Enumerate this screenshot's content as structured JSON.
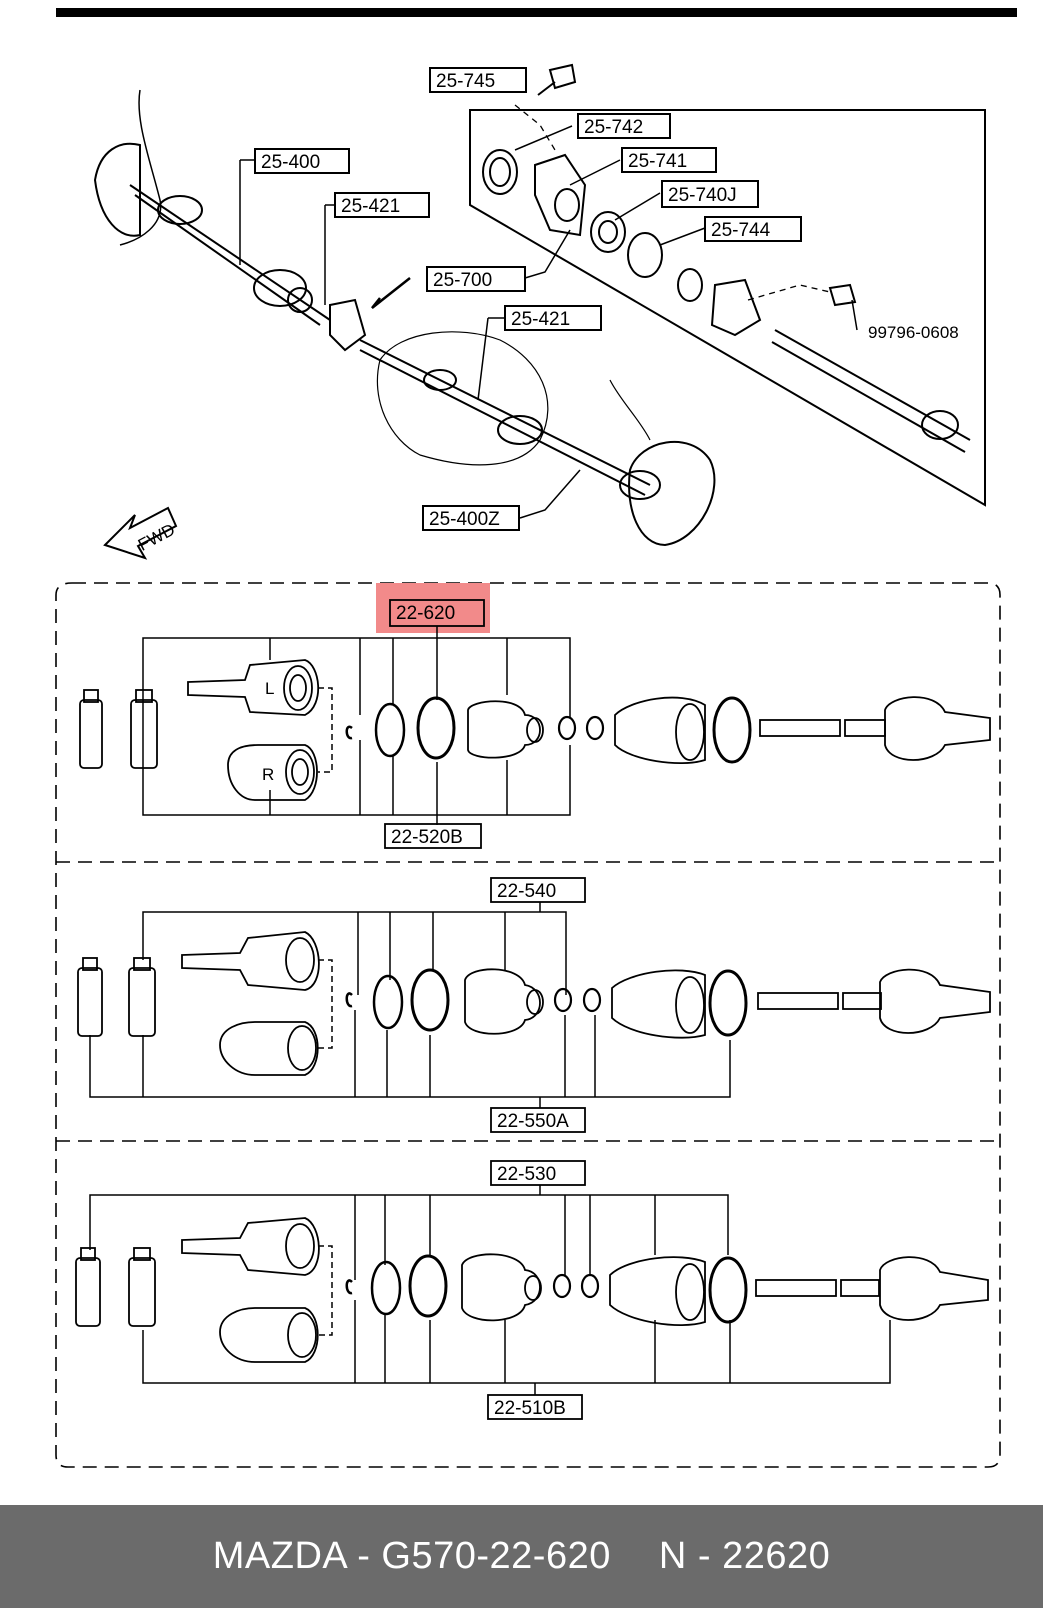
{
  "top_labels": {
    "l25745": "25-745",
    "l25742": "25-742",
    "l25741": "25-741",
    "l25740j": "25-740J",
    "l25744": "25-744",
    "l25400": "25-400",
    "l25421a": "25-421",
    "l25700": "25-700",
    "l25421b": "25-421",
    "l99796": "99796-0608",
    "l25400z": "25-400Z",
    "fwd": "FWD"
  },
  "sections": {
    "s1": {
      "top_label": "22-620",
      "bottom_label": "22-520B",
      "boot_left": "L",
      "boot_right": "R"
    },
    "s2": {
      "top_label": "22-540",
      "bottom_label": "22-550A"
    },
    "s3": {
      "top_label": "22-530",
      "bottom_label": "22-510B"
    }
  },
  "highlight_color": "#f28a8a",
  "footer": {
    "part_text": "MAZDA - G570-22-620",
    "number_text": "N - 22620"
  }
}
